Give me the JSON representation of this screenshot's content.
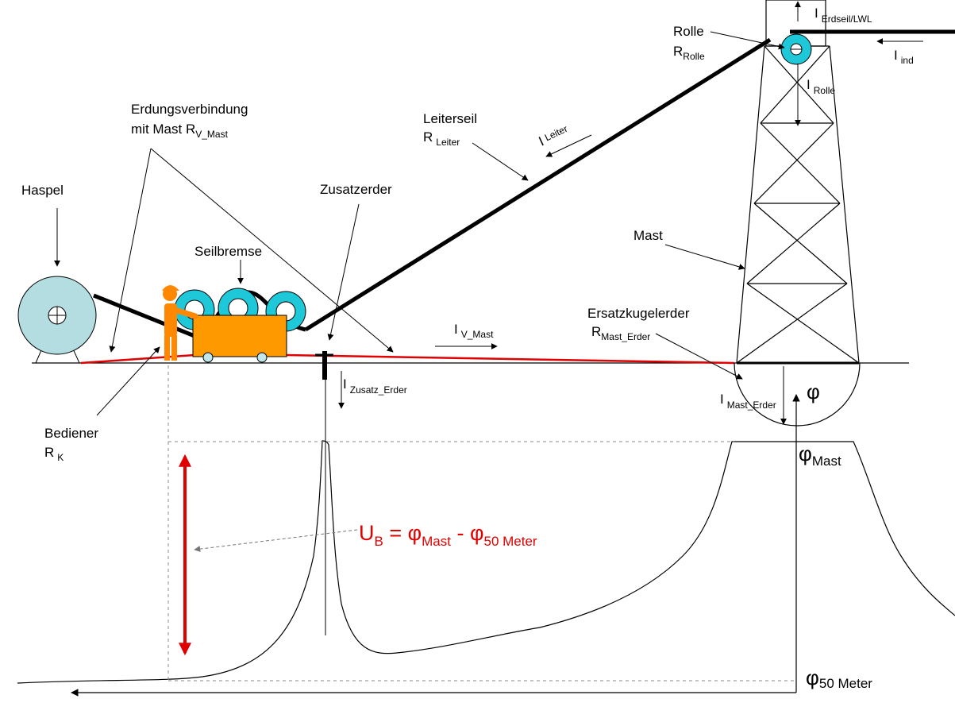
{
  "labels": {
    "haspel": "Haspel",
    "seilbremse": "Seilbremse",
    "erdung_line1": "Erdungsverbindung",
    "erdung_line2": "mit Mast R",
    "erdung_sub": "V_Mast",
    "zusatzerder": "Zusatzerder",
    "leiterseil": "Leiterseil",
    "r_leiter_main": "R",
    "r_leiter_sub": "Leiter",
    "i_leiter_main": "I",
    "i_leiter_sub": "Leiter",
    "rolle": "Rolle",
    "r_rolle_main": "R",
    "r_rolle_sub": "Rolle",
    "i_erdseil_main": "I",
    "i_erdseil_sub": "Erdseil/LWL",
    "i_ind_main": "I",
    "i_ind_sub": "ind",
    "i_rolle_main": "I",
    "i_rolle_sub": "Rolle",
    "mast": "Mast",
    "ersatz": "Ersatzkugelerder",
    "r_mast_erder_main": "R",
    "r_mast_erder_sub": "Mast_Erder",
    "i_v_mast_main": "I",
    "i_v_mast_sub": "V_Mast",
    "i_zusatz_main": "I",
    "i_zusatz_sub": "Zusatz_Erder",
    "i_mast_erder_main": "I",
    "i_mast_erder_sub": "Mast_Erder",
    "bediener": "Bediener",
    "r_k_main": "R",
    "r_k_sub": "K",
    "phi": "φ",
    "phi_mast_main": "φ",
    "phi_mast_sub": "Mast",
    "phi_50_main": "φ",
    "phi_50_sub": "50 Meter",
    "formula_u": "U",
    "formula_b": "B",
    "formula_eq": " = φ",
    "formula_mast": "Mast",
    "formula_minus": " - φ",
    "formula_50": "50 Meter"
  },
  "colors": {
    "conductor": "#000000",
    "ground_connection": "#e00000",
    "voltage_arrow": "#e00000",
    "reel": "#b3dde0",
    "pulley": "#1ec8d8",
    "brake_box": "#ff9900",
    "person": "#ff8800",
    "wheels": "#c0e8ec"
  },
  "icons": {
    "person": "worker-icon",
    "reel": "cable-reel-icon",
    "brake": "cable-brake-icon",
    "pulley": "pulley-icon",
    "tower": "lattice-tower-icon",
    "electrode": "ground-electrode-icon"
  }
}
